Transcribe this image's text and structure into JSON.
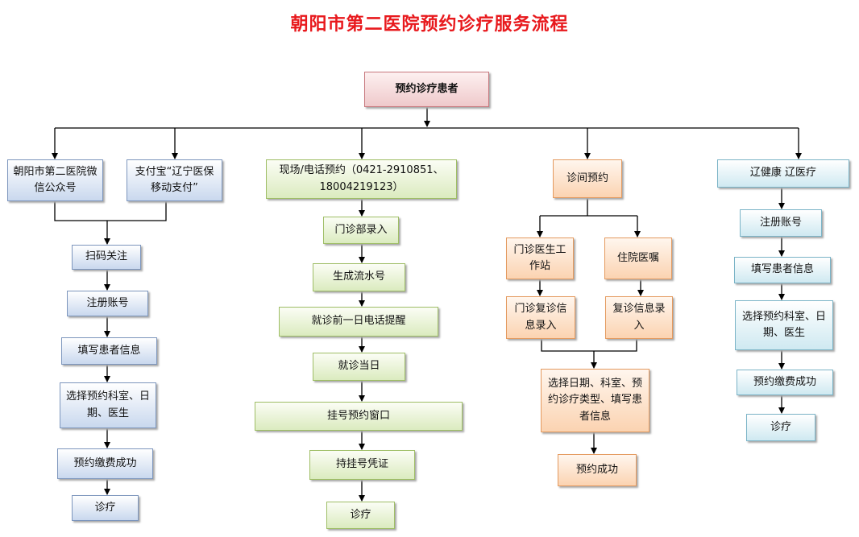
{
  "title": "朝阳市第二医院预约诊疗服务流程",
  "root": "预约诊疗患者",
  "col1": {
    "wechat": "朝阳市第二医院微信公众号",
    "alipay": "支付宝“辽宁医保移动支付”",
    "steps": [
      "扫码关注",
      "注册账号",
      "填写患者信息",
      "选择预约科室、日期、医生",
      "预约缴费成功",
      "诊疗"
    ]
  },
  "col2": {
    "header": "现场/电话预约（0421-2910851、18004219123）",
    "steps": [
      "门诊部录入",
      "生成流水号",
      "就诊前一日电话提醒",
      "就诊当日",
      "挂号预约窗口",
      "持挂号凭证",
      "诊疗"
    ]
  },
  "col3": {
    "header": "诊间预约",
    "left": [
      "门诊医生工作站",
      "门诊复诊信息录入"
    ],
    "right": [
      "住院医嘱",
      "复诊信息录入"
    ],
    "merge": "选择日期、科室、预约诊疗类型、填写患者信息",
    "final": "预约成功"
  },
  "col4": {
    "header": "辽健康 辽医疗",
    "steps": [
      "注册账号",
      "填写患者信息",
      "选择预约科室、日期、医生",
      "预约缴费成功",
      "诊疗"
    ]
  }
}
